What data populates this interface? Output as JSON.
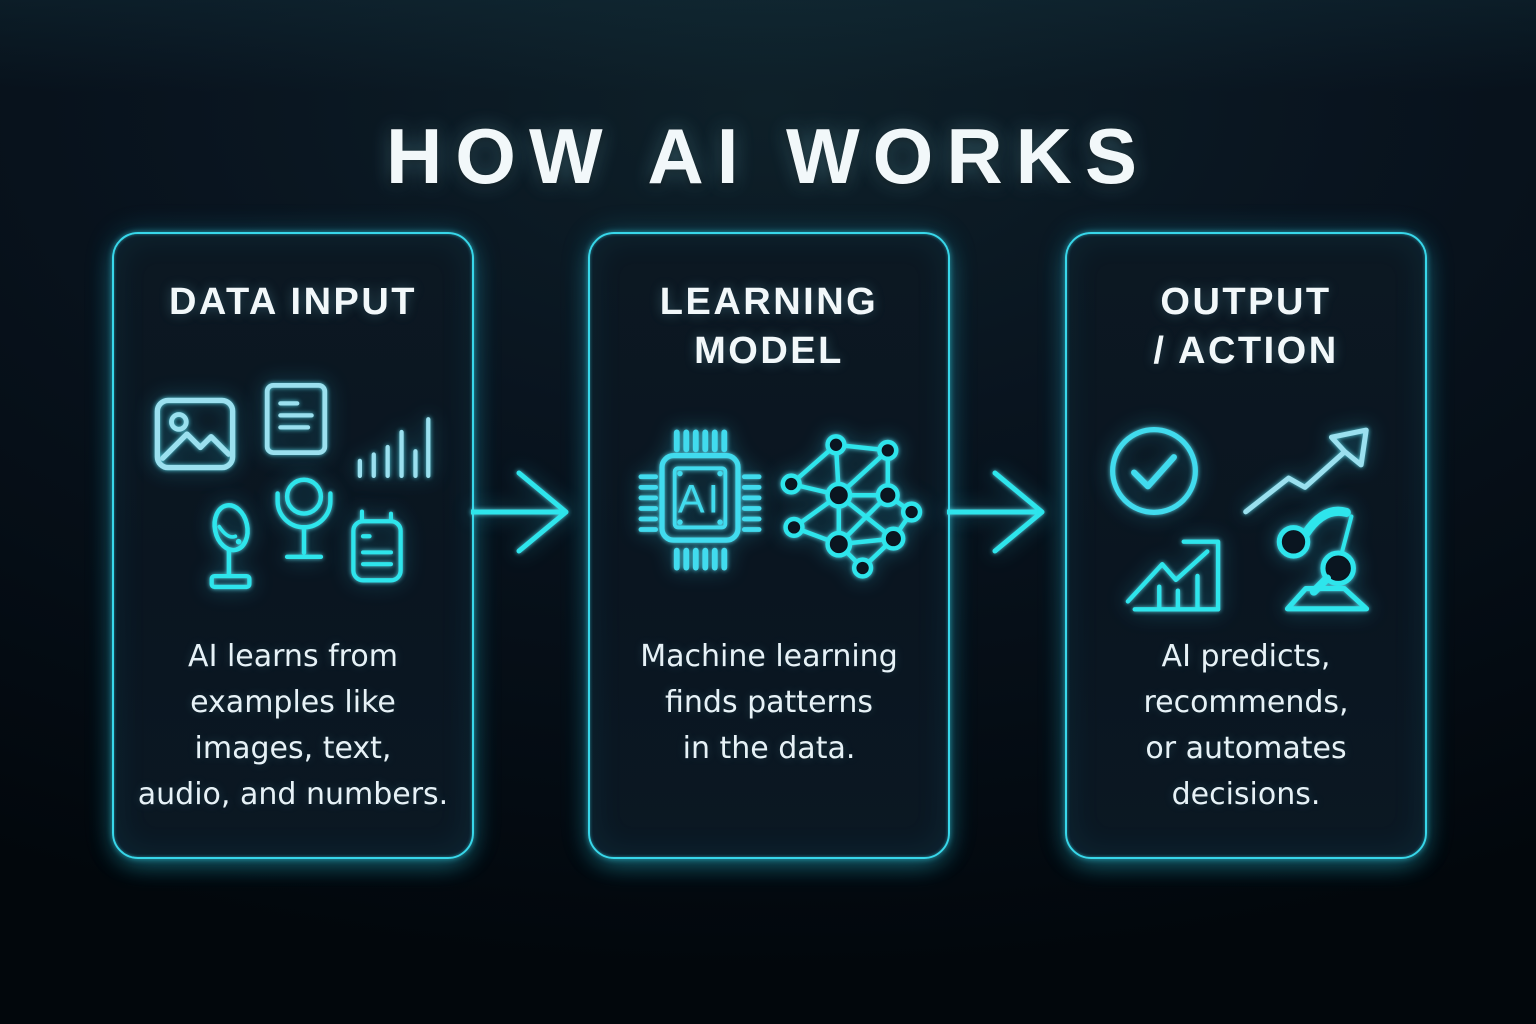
{
  "title": "HOW AI WORKS",
  "colors": {
    "background": "#050d15",
    "background_glow": "#0e2029",
    "card_background": "#0a1520",
    "border": "#38d7ea",
    "accent": "#41dbee",
    "accent_bright": "#2ee5ec",
    "accent_pale": "#9be0ef",
    "text_primary": "#f2f8fa",
    "text_body": "#e7f2f7"
  },
  "cards": [
    {
      "heading_lines": [
        "DATA INPUT"
      ],
      "body_lines": [
        "AI learns from",
        "examples like",
        "images, text,",
        "audio, and numbers."
      ],
      "icons": [
        "image-icon",
        "document-icon",
        "audio-bars-icon",
        "desk-microphone-icon",
        "studio-microphone-icon",
        "voice-recorder-icon"
      ]
    },
    {
      "heading_lines": [
        "LEARNING",
        "MODEL"
      ],
      "body_lines": [
        "Machine learning",
        "finds patterns",
        "in the data."
      ],
      "chip_label": "AI",
      "icons": [
        "ai-chip-icon",
        "neural-network-icon"
      ]
    },
    {
      "heading_lines": [
        "OUTPUT",
        "/ ACTION"
      ],
      "body_lines": [
        "AI predicts,",
        "recommends,",
        "or automates",
        "decisions."
      ],
      "icons": [
        "checkmark-circle-icon",
        "growth-arrow-icon",
        "bar-chart-icon",
        "robot-arm-icon"
      ]
    }
  ],
  "arrows": [
    {
      "icon": "right-arrow-icon"
    },
    {
      "icon": "right-arrow-icon"
    }
  ]
}
